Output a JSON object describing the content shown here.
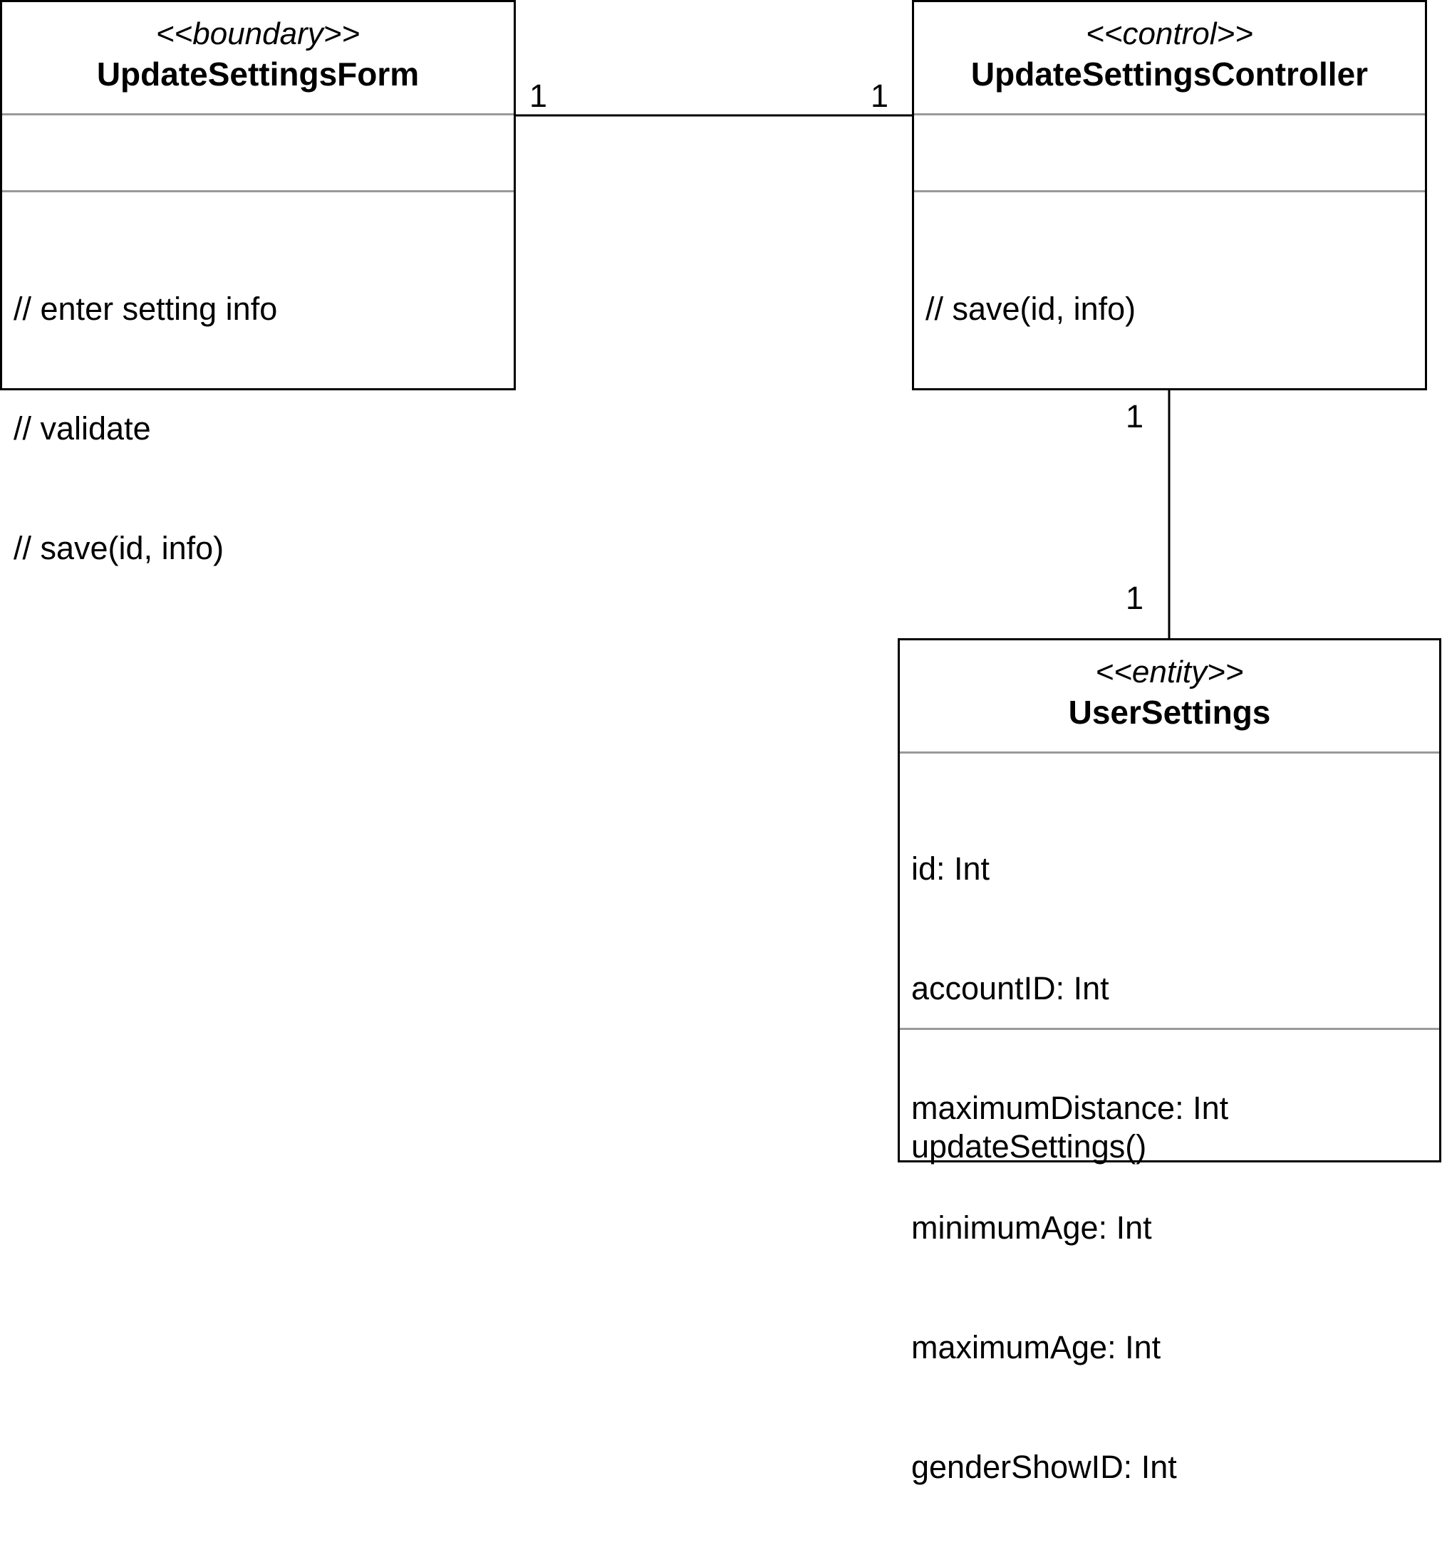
{
  "classes": [
    {
      "stereotype": "<<boundary>>",
      "name": "UpdateSettingsForm",
      "attributes": [],
      "operations": [
        "// enter setting info",
        "// validate",
        "// save(id, info)"
      ]
    },
    {
      "stereotype": "<<control>>",
      "name": "UpdateSettingsController",
      "attributes": [],
      "operations": [
        "// save(id, info)"
      ]
    },
    {
      "stereotype": "<<entity>>",
      "name": "UserSettings",
      "attributes": [
        "id: Int",
        "accountID: Int",
        "maximumDistance: Int",
        "minimumAge: Int",
        "maximumAge: Int",
        "genderShowID: Int"
      ],
      "operations": [
        "updateSettings()"
      ]
    }
  ],
  "associations": [
    {
      "from": "UpdateSettingsForm",
      "to": "UpdateSettingsController",
      "from_multiplicity": "1",
      "to_multiplicity": "1"
    },
    {
      "from": "UpdateSettingsController",
      "to": "UserSettings",
      "from_multiplicity": "1",
      "to_multiplicity": "1"
    }
  ]
}
